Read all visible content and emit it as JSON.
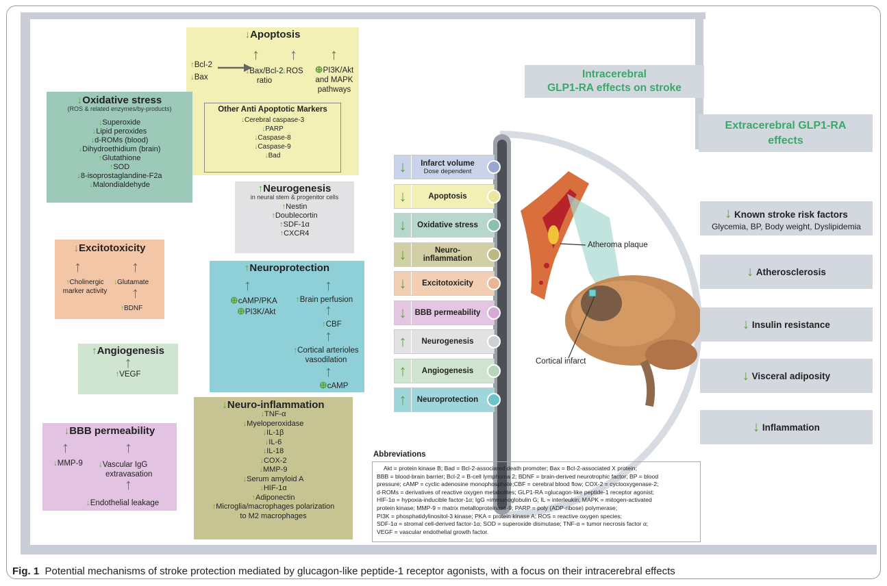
{
  "apoptosis": {
    "title": "Apoptosis",
    "bcl2": "Bcl-2",
    "bax": "Bax",
    "ratio1": "Bax/Bcl-2",
    "ratio2": "ratio",
    "ros": "ROS",
    "pi3k1": "PI3K/Akt",
    "pi3k2": "and MAPK",
    "pi3k3": "pathways",
    "other_title": "Other Anti Apoptotic Markers",
    "other": [
      "Cerebral caspase-3",
      "PARP",
      "Caspase-8",
      "Caspase-9",
      "Bad"
    ]
  },
  "oxidative": {
    "title": "Oxidative stress",
    "sub": "(ROS & related enzymes/by-products)",
    "items": [
      "Superoxide",
      "Lipid peroxides",
      "d-ROMs (blood)",
      "Dihydroethidium (brain)",
      "Glutathione",
      "SOD",
      "8-isoprostaglandine-F2a",
      "Malondialdehyde"
    ]
  },
  "neurogenesis": {
    "title": "Neurogenesis",
    "sub": "in neural stem & progenitor cells",
    "items": [
      "Nestin",
      "Doublecortin",
      "SDF-1α",
      "CXCR4"
    ]
  },
  "excitotoxicity": {
    "title": "Excitotoxicity",
    "cholinergic1": "Cholinergic",
    "cholinergic2": "marker activity",
    "glutamate": "Glutamate",
    "bdnf": "BDNF"
  },
  "neuroprotection": {
    "title": "Neuroprotection",
    "camp_pka": "cAMP/PKA",
    "pi3k": "PI3K/Akt",
    "brain_perfusion": "Brain perfusion",
    "cbf": "CBF",
    "cortical1": "Cortical arterioles",
    "cortical2": "vasodilation",
    "camp": "cAMP"
  },
  "angiogenesis": {
    "title": "Angiogenesis",
    "vegf": "VEGF"
  },
  "neuroinflammation": {
    "title": "Neuro-inflammation",
    "items": [
      "TNF-α",
      "Myeloperoxidase",
      "IL-1β",
      "IL-6",
      "IL-18",
      "COX-2",
      "MMP-9",
      "Serum amyloid A",
      "HIF-1α",
      "Adiponectin",
      "Microglia/macrophages polarization",
      "to M2 macrophages"
    ]
  },
  "bbb": {
    "title": "BBB permeability",
    "mmp9": "MMP-9",
    "vascular1": "Vascular IgG",
    "vascular2": "extravasation",
    "endothelial": "Endothelial leakage"
  },
  "center": {
    "intracerebral1": "Intracerebral",
    "intracerebral2": "GLP1-RA effects on stroke",
    "pills": [
      {
        "label": "Infarct volume",
        "sub": "Dose dependent",
        "dir": "down",
        "color": "#c9d3ea",
        "dot": "#9aa8cf"
      },
      {
        "label": "Apoptosis",
        "sub": "",
        "dir": "down",
        "color": "#f3f0b5",
        "dot": "#ece59c"
      },
      {
        "label": "Oxidative stress",
        "sub": "",
        "dir": "down",
        "color": "#b8d7cc",
        "dot": "#8dbfae"
      },
      {
        "label": "Neuro-inflammation",
        "sub": "",
        "dir": "down",
        "color": "#d2cfa4",
        "dot": "#bcb883"
      },
      {
        "label": "Excitotoxicity",
        "sub": "",
        "dir": "down",
        "color": "#f2cfb3",
        "dot": "#eab592"
      },
      {
        "label": "BBB permeability",
        "sub": "",
        "dir": "down",
        "color": "#e4c6e2",
        "dot": "#d9a9d6"
      },
      {
        "label": "Neurogenesis",
        "sub": "",
        "dir": "up",
        "color": "#e2e2e4",
        "dot": "#d0d0d3"
      },
      {
        "label": "Angiogenesis",
        "sub": "",
        "dir": "up",
        "color": "#cfe4d1",
        "dot": "#b6d6b9"
      },
      {
        "label": "Neuroprotection",
        "sub": "",
        "dir": "up",
        "color": "#9fd6dc",
        "dot": "#6fc1ca"
      }
    ],
    "atheroma": "Atheroma plaque",
    "cortical": "Cortical infarct"
  },
  "extracerebral": {
    "title1": "Extracerebral GLP1-RA",
    "title2": "effects",
    "items": [
      {
        "label": "Known stroke risk factors",
        "sub": "Glycemia, BP, Body weight, Dyslipidemia"
      },
      {
        "label": "Atherosclerosis",
        "sub": ""
      },
      {
        "label": "Insulin resistance",
        "sub": ""
      },
      {
        "label": "Visceral adiposity",
        "sub": ""
      },
      {
        "label": "Inflammation",
        "sub": ""
      }
    ]
  },
  "abbreviations": {
    "title": "Abbreviations",
    "lines": [
      "Akt = protein kinase B; Bad = Bcl-2-associated death promoter; Bax = Bcl-2-associated X protein;",
      "BBB = blood-brain barrier; Bcl-2 = B-cell lymphoma 2; BDNF = brain-derived neurotrophic factor; BP = blood",
      "pressure; cAMP = cyclic adenosine monophosphate;CBF = cerebral blood flow; COX-2 = cyclooxygenase-2;",
      "d-ROMs = derivatives of reactive oxygen metabolites; GLP1-RA =glucagon-like peptide-1 receptor agonist;",
      "HIF-1α = hypoxia-inducible factor-1α; IgG =immunoglobulin G; IL = interleukin; MAPK = mitogen-activated",
      "protein kinase; MMP-9 = matrix metalloproteinase-9; PARP =  poly (ADP-ribose) polymerase;",
      "PI3K = phosphatidylinositol-3 kinase; PKA = protein kinase A; ROS = reactive oxygen species;",
      "SDF-1α = stromal cell-derived factor-1α; SOD = superoxide dismutase; TNF-α = tumor necrosis factor α;",
      "VEGF = vascular endothelial growth factor."
    ]
  },
  "caption": {
    "label": "Fig. 1",
    "text": "Potential mechanisms of stroke protection mediated by glucagon-like peptide-1 receptor agonists, with a focus on their intracerebral effects"
  },
  "colors": {
    "green_arrow": "#5aa13a",
    "gray_panel": "#d3d7de",
    "teal_label": "#3aa86b"
  }
}
